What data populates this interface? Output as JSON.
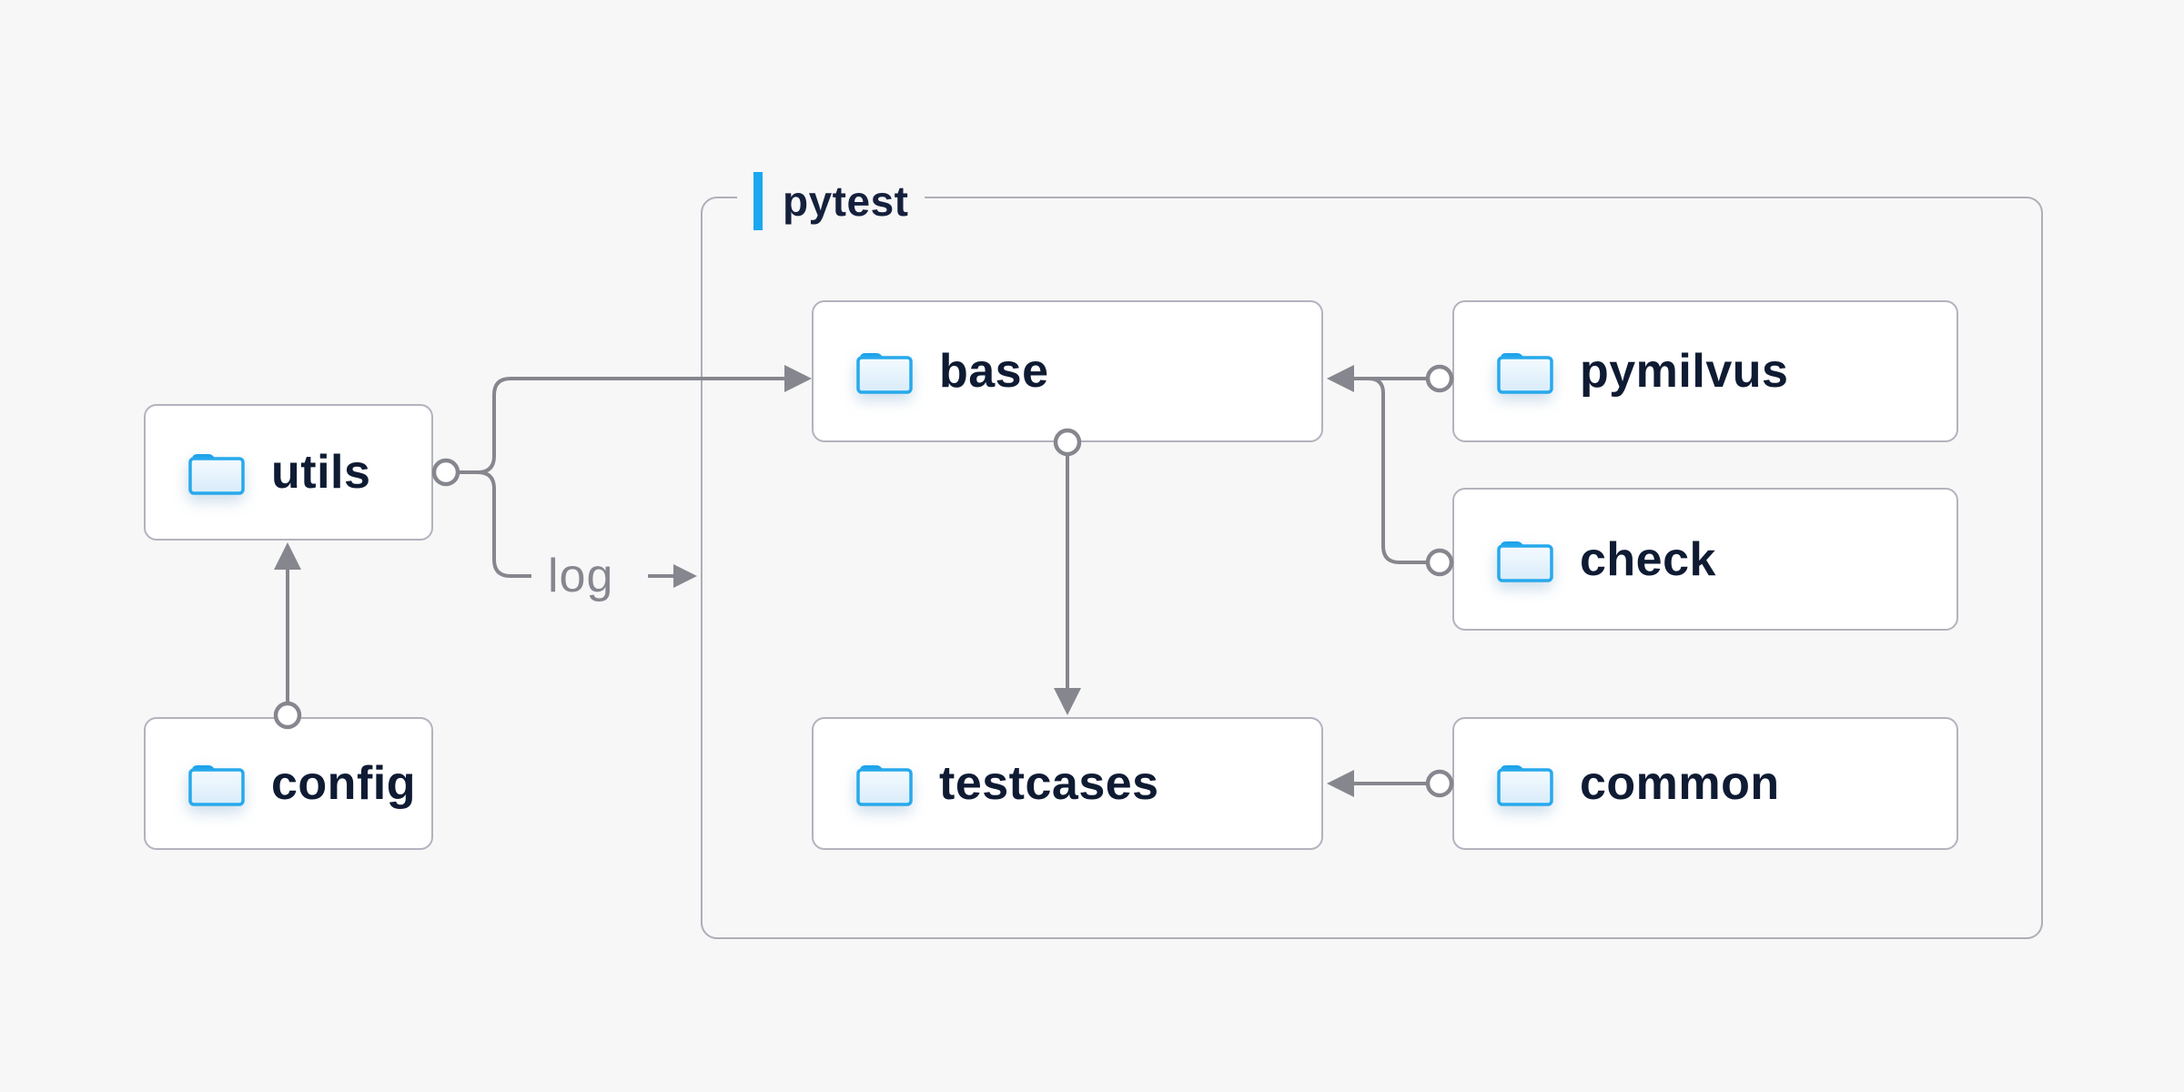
{
  "container": {
    "label": "pytest"
  },
  "nodes": [
    {
      "id": "utils",
      "label": "utils",
      "icon": "folder-icon"
    },
    {
      "id": "config",
      "label": "config",
      "icon": "folder-icon"
    },
    {
      "id": "base",
      "label": "base",
      "icon": "folder-icon"
    },
    {
      "id": "testcases",
      "label": "testcases",
      "icon": "folder-icon"
    },
    {
      "id": "pymilvus",
      "label": "pymilvus",
      "icon": "folder-icon"
    },
    {
      "id": "check",
      "label": "check",
      "icon": "folder-icon"
    },
    {
      "id": "common",
      "label": "common",
      "icon": "folder-icon"
    }
  ],
  "edges": [
    {
      "from": "utils",
      "to": "base"
    },
    {
      "from": "utils",
      "to": "pytest",
      "label": "log"
    },
    {
      "from": "config",
      "to": "utils"
    },
    {
      "from": "base",
      "to": "testcases"
    },
    {
      "from": "pymilvus",
      "to": "base"
    },
    {
      "from": "check",
      "to": "base"
    },
    {
      "from": "common",
      "to": "testcases"
    }
  ],
  "colors": {
    "accent_blue": "#1aa7ef",
    "folder_blue": "#27a9ec",
    "line_gray": "#86868e",
    "text_dark": "#0f1b33",
    "background": "#f7f7f8"
  }
}
